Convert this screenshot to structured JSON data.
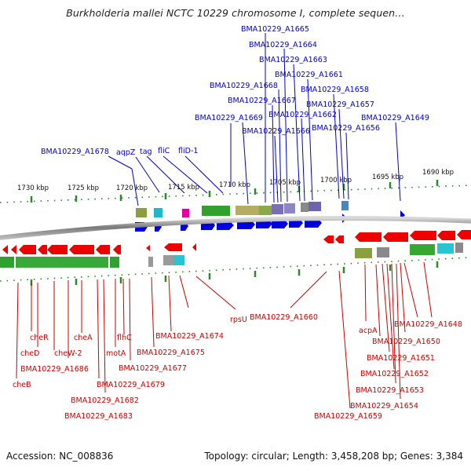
{
  "title": "Burkholderia mallei NCTC 10229 chromosome I, complete sequen…",
  "footer": {
    "accession": "Accession: NC_008836",
    "stats": "Topology: circular; Length: 3,458,208 bp; Genes: 3,384"
  },
  "colors": {
    "forward_gene": "#0000dd",
    "reverse_gene": "#ee0000",
    "backbone": "#8f8f8f",
    "tick": "#2a8a2a",
    "forward_label": "#0000cc",
    "reverse_label": "#cc0000",
    "axis_text": "#111111"
  },
  "axis": {
    "ticks": [
      "1730 kbp",
      "1725 kbp",
      "1720 kbp",
      "1715 kbp",
      "1710 kbp",
      "1705 kbp",
      "1700 kbp",
      "1695 kbp",
      "1690 kbp"
    ]
  },
  "forward_labels": [
    "BMA10229_A1665",
    "BMA10229_A1664",
    "BMA10229_A1663",
    "BMA10229_A1661",
    "BMA10229_A1668",
    "BMA10229_A1658",
    "BMA10229_A1667",
    "BMA10229_A1657",
    "BMA10229_A1669",
    "BMA10229_A1662",
    "BMA10229_A1649",
    "BMA10229_A1666",
    "BMA10229_A1656",
    "BMA10229_A1678",
    "aqpZ",
    "tag",
    "fliC",
    "fliD-1"
  ],
  "reverse_labels": [
    "rpsU",
    "BMA10229_A1660",
    "BMA10229_A1674",
    "cheR",
    "cheA",
    "flhC",
    "cheD",
    "cheW-2",
    "motA",
    "BMA10229_A1675",
    "BMA10229_A1686",
    "BMA10229_A1677",
    "cheB",
    "BMA10229_A1679",
    "BMA10229_A1682",
    "BMA10229_A1683",
    "acpA",
    "BMA10229_A1648",
    "BMA10229_A1650",
    "BMA10229_A1651",
    "BMA10229_A1652",
    "BMA10229_A1653",
    "BMA10229_A1654",
    "BMA10229_A1659"
  ]
}
